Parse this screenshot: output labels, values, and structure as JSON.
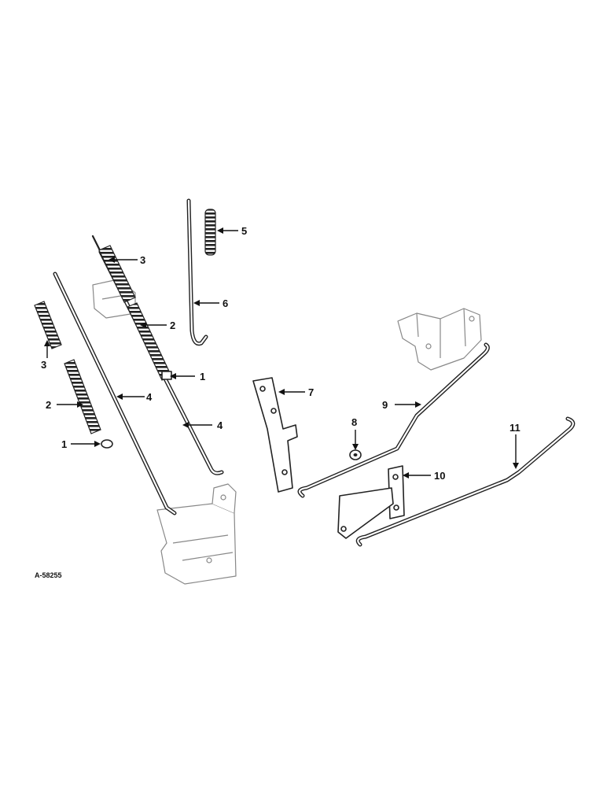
{
  "diagram": {
    "drawing_code": "A-58255",
    "callouts": {
      "c1a": "1",
      "c1b": "1",
      "c2a": "2",
      "c2b": "2",
      "c3a": "3",
      "c3b": "3",
      "c4a": "4",
      "c4b": "4",
      "c5": "5",
      "c6": "6",
      "c7": "7",
      "c8": "8",
      "c9": "9",
      "c10": "10",
      "c11": "11"
    }
  }
}
